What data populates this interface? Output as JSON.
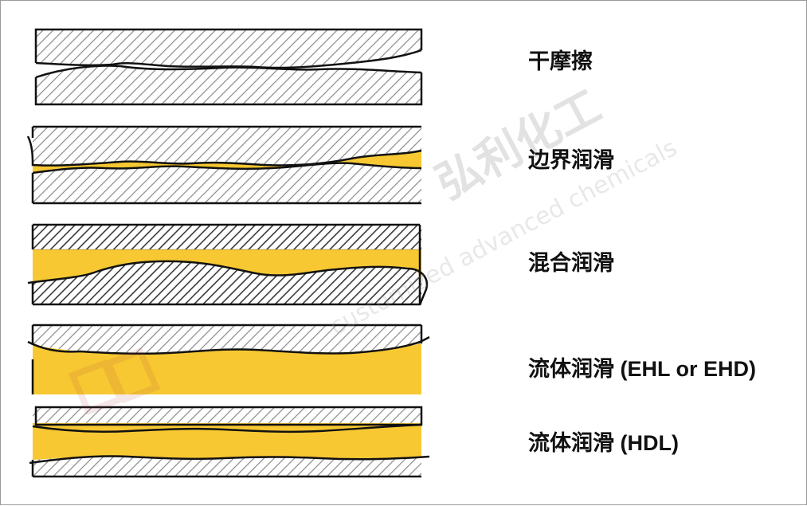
{
  "colors": {
    "lubricant": "#F7C832",
    "hatch": "#7a7a7a",
    "outline": "#111111",
    "grid": "#d8d8d8",
    "watermark": "#bdbdbd"
  },
  "rows": [
    {
      "label": "干摩擦",
      "lubricant": false,
      "hatch": "light"
    },
    {
      "label": "边界润滑",
      "lubricant": true,
      "hatch": "light"
    },
    {
      "label": "混合润滑",
      "lubricant": true,
      "hatch": "dense"
    },
    {
      "label": "流体润滑 (EHL or EHD)",
      "lubricant": true,
      "hatch": "light"
    },
    {
      "label": "流体润滑 (HDL)",
      "lubricant": true,
      "hatch": "light"
    }
  ],
  "watermark": {
    "cn": "弘利化工",
    "en": "customized advanced chemicals",
    "logo": "company-logo"
  }
}
